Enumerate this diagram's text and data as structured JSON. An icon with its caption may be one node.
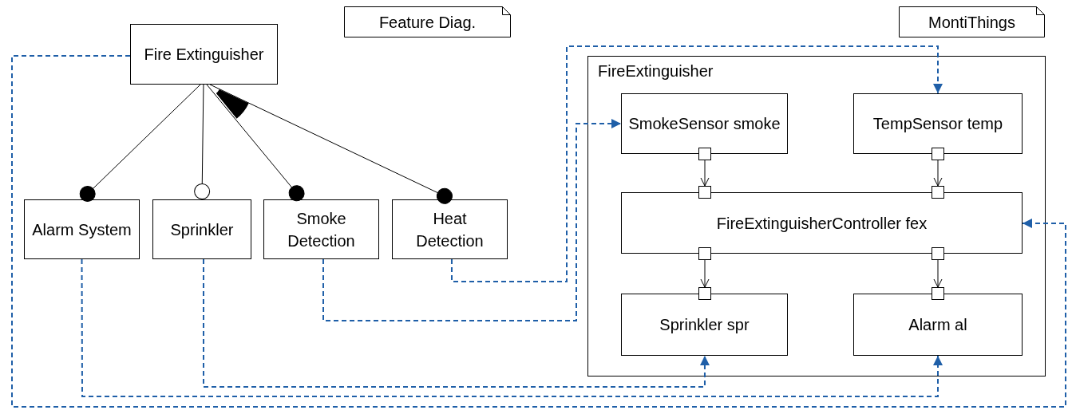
{
  "diagram": {
    "nodes": [
      {
        "text": [
          "Feature Diag."
        ]
      },
      {
        "text": [
          "MontiThings"
        ]
      },
      {
        "text": [
          "Fire Extinguisher"
        ]
      },
      {
        "text": [
          "Alarm System"
        ]
      },
      {
        "text": [
          "Sprinkler"
        ]
      },
      {
        "text": [
          "Smoke Detection"
        ]
      },
      {
        "text": [
          "Heat Detection"
        ]
      },
      {
        "text": [
          "FireExtinguisher"
        ]
      },
      {
        "text": [
          "SmokeSensor smoke"
        ],
        "in": 7
      },
      {
        "text": [
          "TempSensor temp"
        ],
        "in": 7
      },
      {
        "text": [
          "FireExtinguisherController fex"
        ],
        "in": 7
      },
      {
        "text": [
          "Sprinkler spr"
        ],
        "in": 7
      },
      {
        "text": [
          "Alarm al"
        ],
        "in": 7
      },
      {
        "text": [],
        "shape": "box",
        "in": 7
      },
      {
        "text": [],
        "shape": "box",
        "in": 7
      },
      {
        "text": [],
        "shape": "box",
        "in": 7
      },
      {
        "text": [],
        "shape": "box",
        "in": 7
      },
      {
        "text": [],
        "shape": "box",
        "in": 7
      },
      {
        "text": [],
        "shape": "box",
        "in": 7
      },
      {
        "text": [],
        "shape": "box",
        "in": 7
      },
      {
        "text": [],
        "shape": "box",
        "in": 7
      }
    ],
    "edges": [
      {
        "from": 2,
        "to": 3,
        "arrow": "other"
      },
      {
        "from": 2,
        "to": 4,
        "arrow": "other"
      },
      {
        "from": 2,
        "to": 5,
        "arrow": "other"
      },
      {
        "from": 2,
        "to": 6,
        "arrow": "other"
      },
      {
        "from": 13,
        "to": 15,
        "arrow": "to"
      },
      {
        "from": 14,
        "to": 16,
        "arrow": "to"
      },
      {
        "from": 17,
        "to": 19,
        "arrow": "to"
      },
      {
        "from": 18,
        "to": 20,
        "arrow": "to"
      },
      {
        "from": 2,
        "to": 10,
        "arrow": "to",
        "style": "dashed",
        "color": "#1f5fa8"
      },
      {
        "from": 3,
        "to": 12,
        "arrow": "to",
        "style": "dashed",
        "color": "#1f5fa8"
      },
      {
        "from": 4,
        "to": 11,
        "arrow": "to",
        "style": "dashed",
        "color": "#1f5fa8"
      },
      {
        "from": 5,
        "to": 8,
        "arrow": "to",
        "style": "dashed",
        "color": "#1f5fa8"
      },
      {
        "from": 6,
        "to": 9,
        "arrow": "to",
        "style": "dashed",
        "color": "#1f5fa8"
      }
    ]
  }
}
